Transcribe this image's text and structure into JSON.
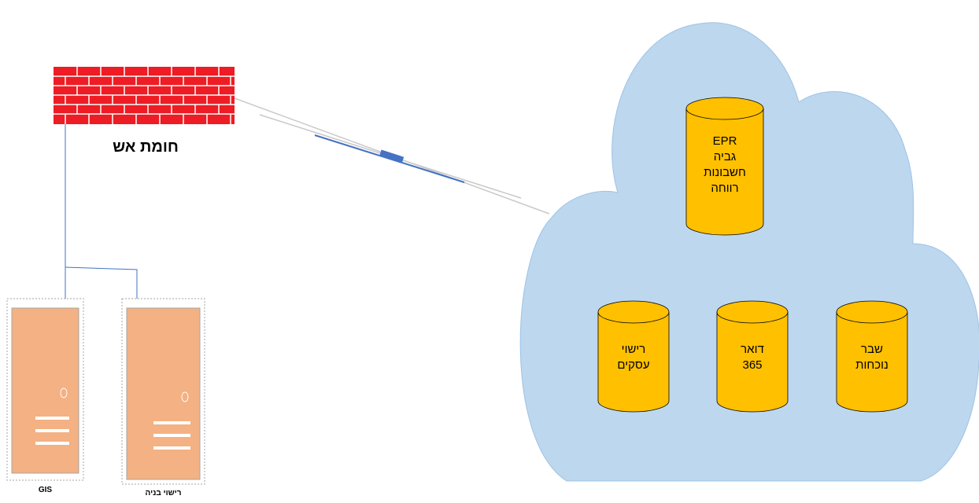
{
  "firewall": {
    "label": "חומת אש"
  },
  "servers": [
    {
      "label": "GIS"
    },
    {
      "label": "רישוי בניה"
    }
  ],
  "cloud": {
    "databases": [
      {
        "label": "EPR\nגביה\nחשבונות\nרווחה"
      },
      {
        "label": "רישוי\nעסקים"
      },
      {
        "label": "דואר\n365"
      },
      {
        "label": "שבר\nנוכחות"
      }
    ]
  },
  "colors": {
    "firewall_brick": "#ee1c24",
    "cloud_fill": "#bdd7ee",
    "database_fill": "#ffc000",
    "server_fill": "#f4b183",
    "connector": "#4472c4"
  }
}
